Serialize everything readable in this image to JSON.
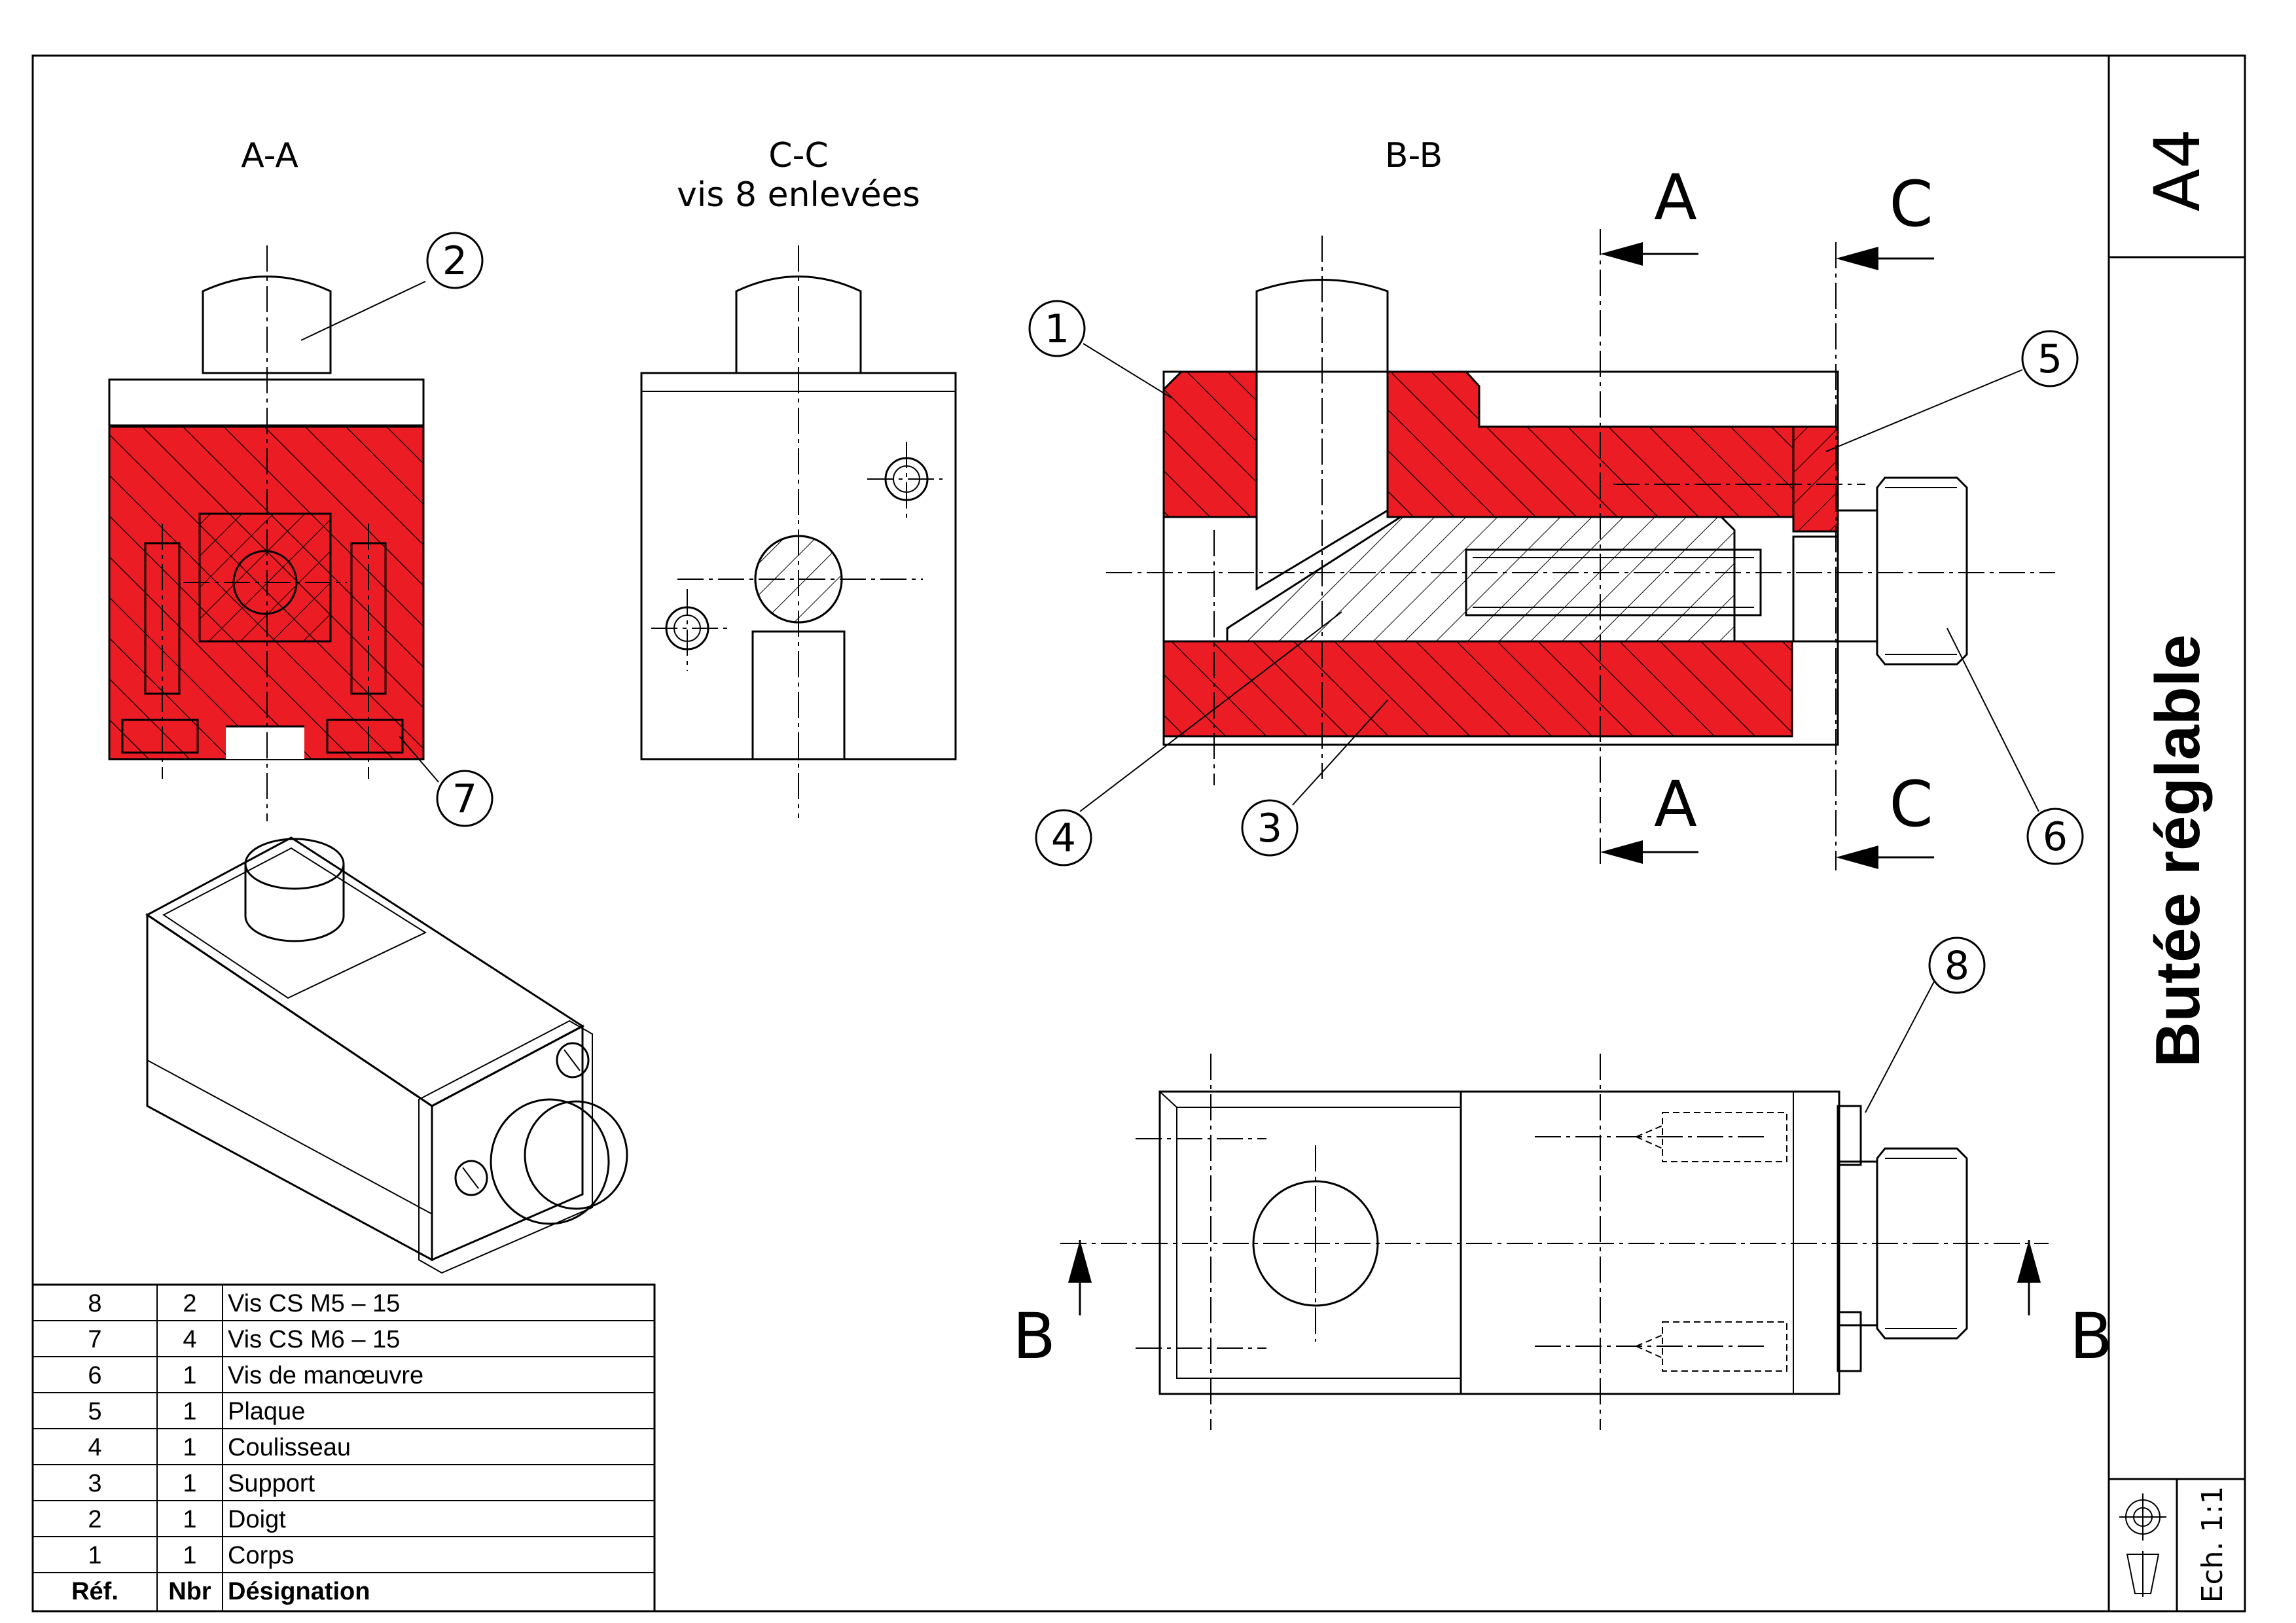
{
  "views": {
    "aa": "A-A",
    "cc": "C-C",
    "cc_note": "vis 8 enlevées",
    "bb": "B-B"
  },
  "section_marks": {
    "a_top": "A",
    "a_bottom": "A",
    "c_top": "C",
    "c_bottom": "C",
    "b_left": "B",
    "b_right": "B"
  },
  "balloons": [
    "1",
    "2",
    "3",
    "4",
    "5",
    "6",
    "7",
    "8"
  ],
  "bom": {
    "headers": {
      "ref": "Réf.",
      "nbr": "Nbr",
      "designation": "Désignation"
    },
    "rows": [
      {
        "ref": "8",
        "nbr": "2",
        "designation": "Vis CS M5 – 15"
      },
      {
        "ref": "7",
        "nbr": "4",
        "designation": "Vis CS M6 – 15"
      },
      {
        "ref": "6",
        "nbr": "1",
        "designation": "Vis de manœuvre"
      },
      {
        "ref": "5",
        "nbr": "1",
        "designation": "Plaque"
      },
      {
        "ref": "4",
        "nbr": "1",
        "designation": "Coulisseau"
      },
      {
        "ref": "3",
        "nbr": "1",
        "designation": "Support"
      },
      {
        "ref": "2",
        "nbr": "1",
        "designation": "Doigt"
      },
      {
        "ref": "1",
        "nbr": "1",
        "designation": "Corps"
      }
    ]
  },
  "title_block": {
    "format": "A4",
    "title": "Butée réglable",
    "scale": "Ech. 1:1"
  },
  "colors": {
    "section_red": "#ec1c24",
    "line": "#000000"
  }
}
